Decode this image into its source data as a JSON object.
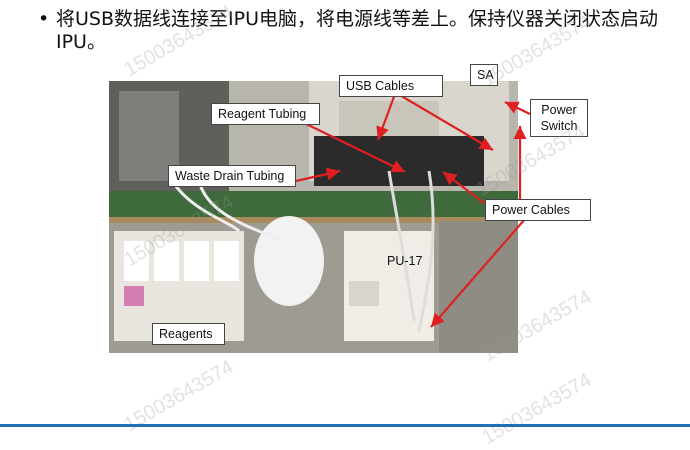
{
  "instruction": {
    "bullet": "•",
    "text": "将USB数据线连接至IPU电脑，将电源线等差上。保持仪器关闭状态启动IPU。"
  },
  "callouts": {
    "usb_cables": "USB Cables",
    "sa": "SA",
    "reagent_tubing": "Reagent Tubing",
    "power_switch": "Power Switch",
    "waste_drain_tubing": "Waste Drain Tubing",
    "power_cables": "Power Cables",
    "pu17": "PU-17",
    "reagents": "Reagents"
  },
  "watermark": "15003643574",
  "colors": {
    "arrow": "#e02020",
    "rule": "#1f6fb5"
  }
}
